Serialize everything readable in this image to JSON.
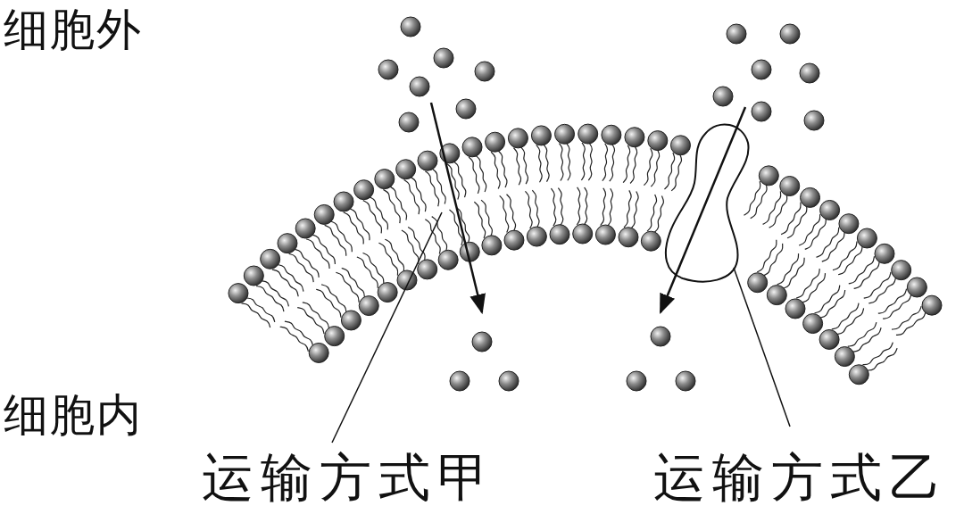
{
  "diagram": {
    "labels": [
      "细胞外",
      "细胞内",
      "运输方式甲",
      "运输方式乙"
    ]
  }
}
